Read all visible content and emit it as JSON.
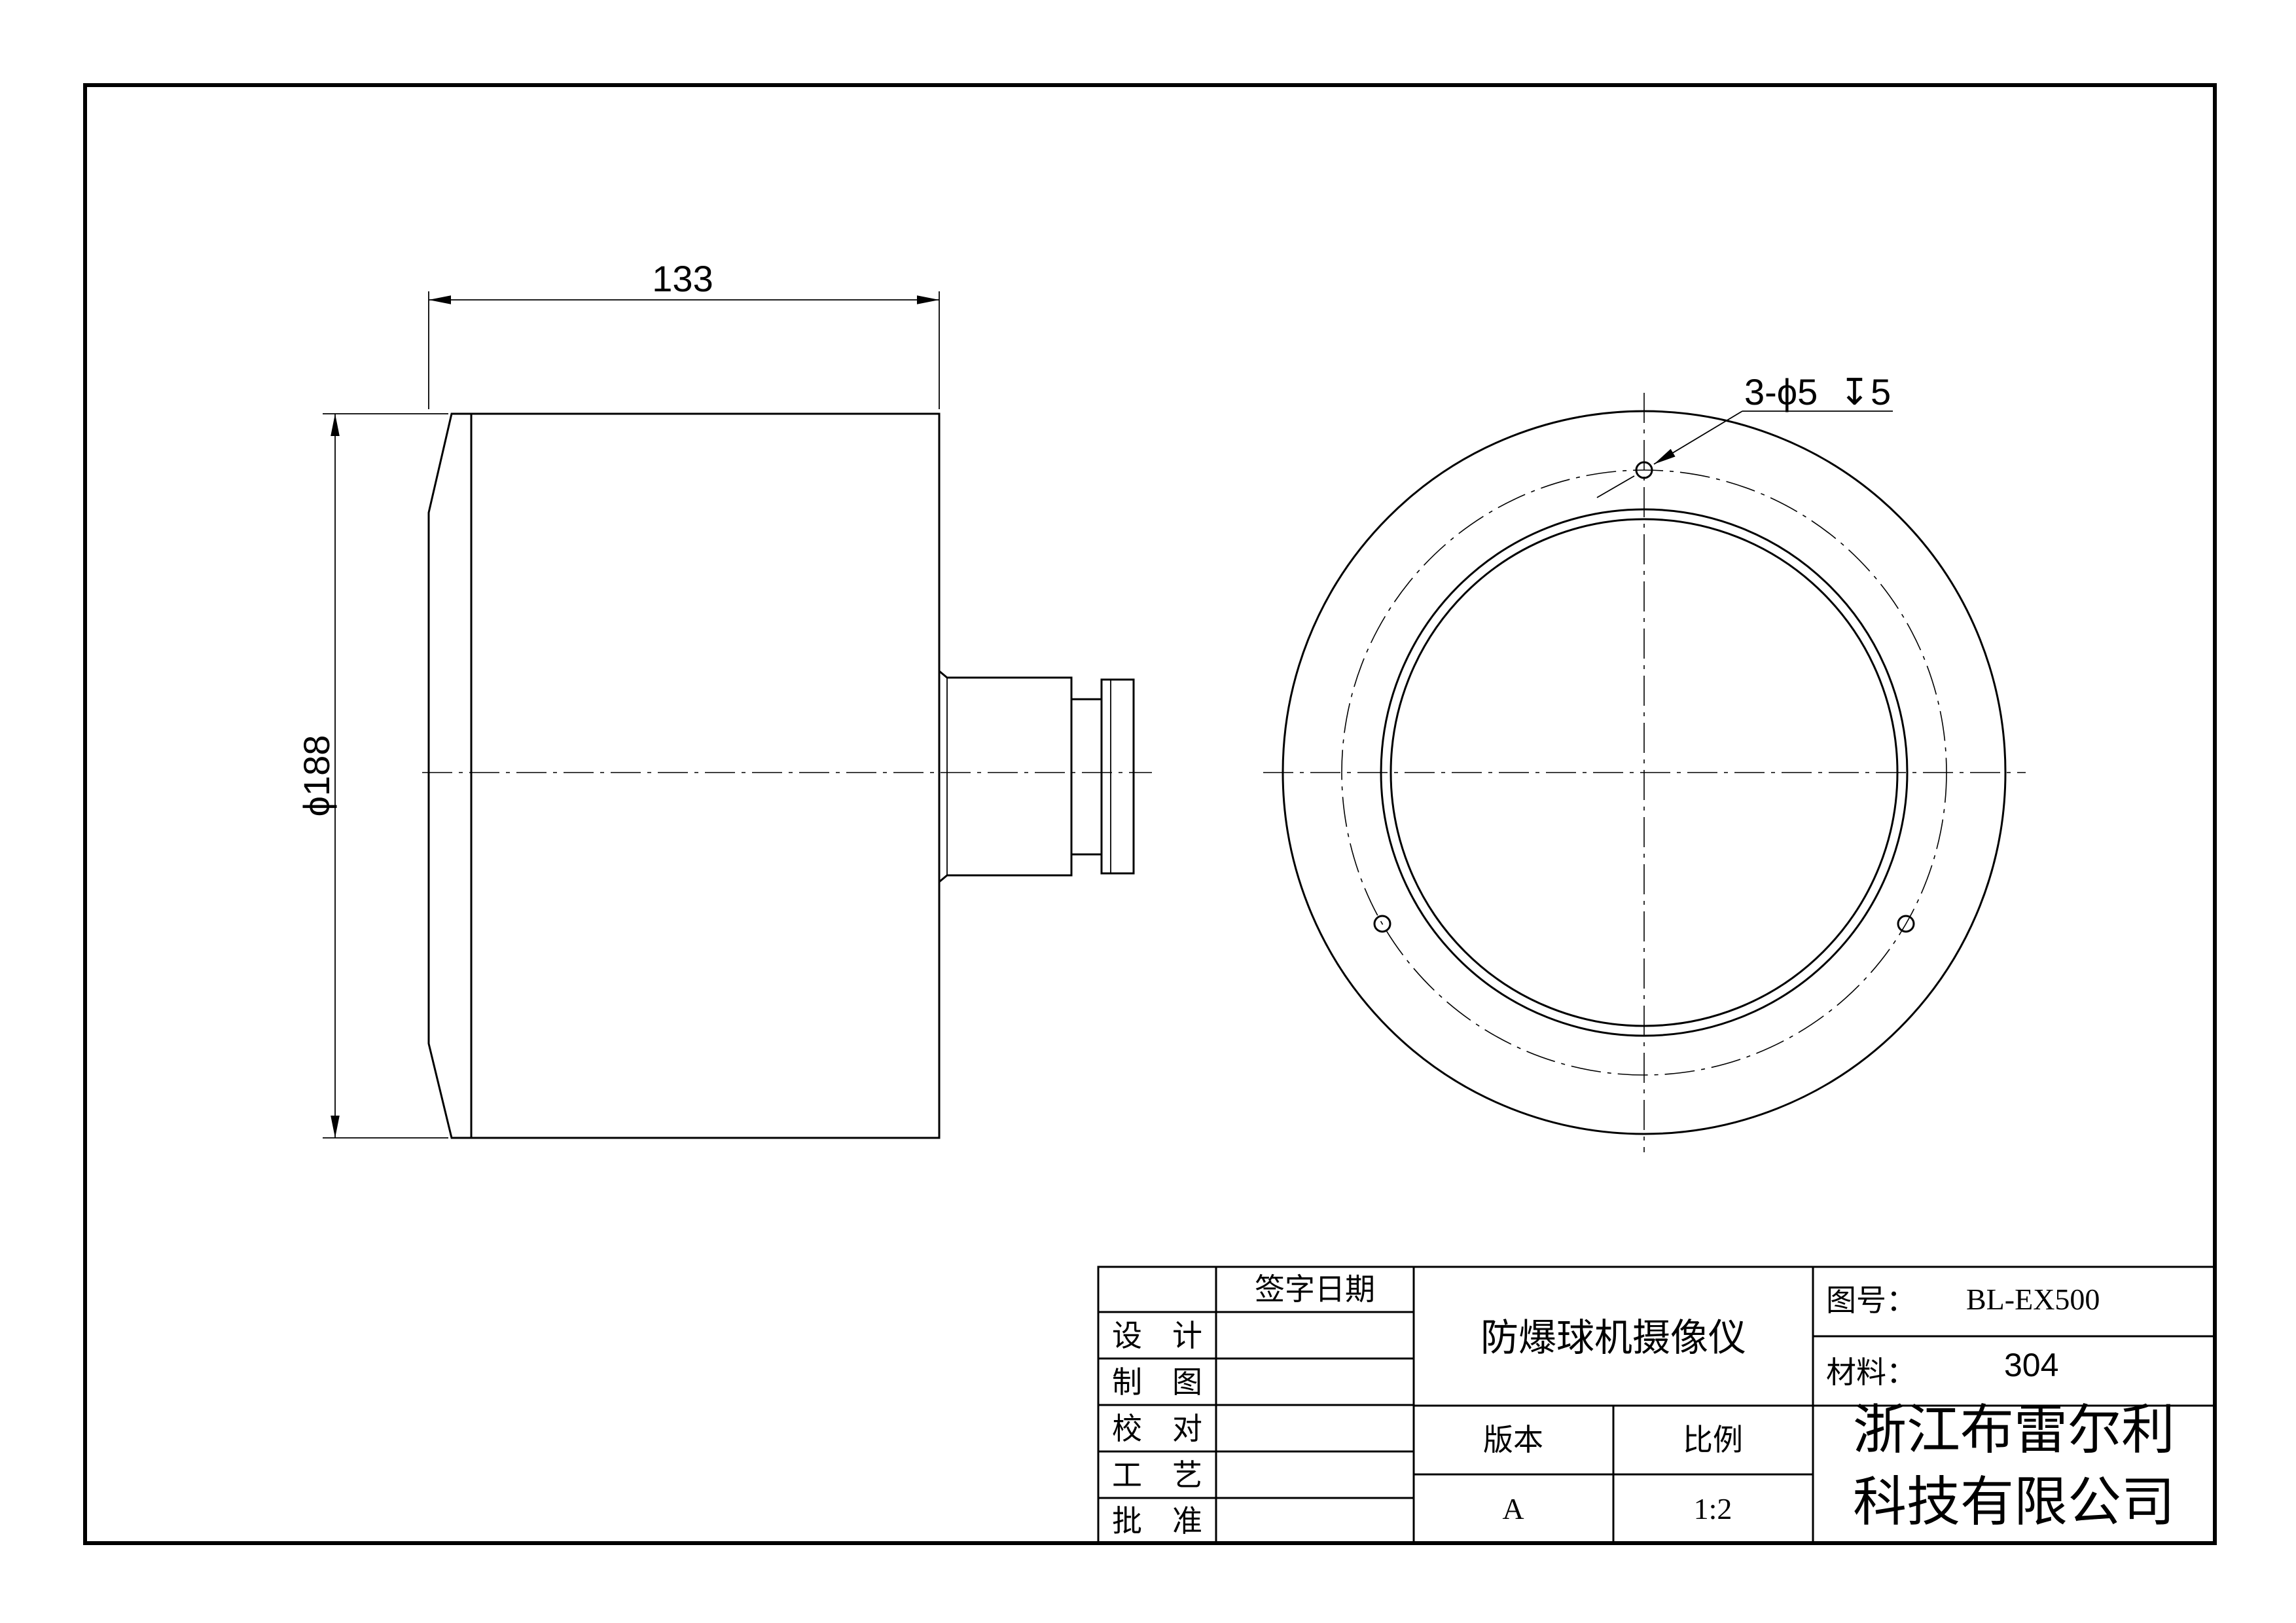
{
  "drawing": {
    "side_view": {
      "length_dimension": "133",
      "diameter_dimension": "ϕ188"
    },
    "front_view": {
      "hole_callout": "3-ϕ5",
      "hole_depth_symbol": "↧",
      "hole_depth": "5"
    }
  },
  "title_block": {
    "signature_date_header": "签字日期",
    "roles": [
      {
        "label": "设　计"
      },
      {
        "label": "制　图"
      },
      {
        "label": "校　对"
      },
      {
        "label": "工　艺"
      },
      {
        "label": "批　准"
      }
    ],
    "product_name": "防爆球机摄像仪",
    "drawing_number_label": "图号：",
    "drawing_number": "BL-EX500",
    "material_label": "材料：",
    "material": "304",
    "version_label": "版本",
    "version": "A",
    "scale_label": "比例",
    "scale": "1:2",
    "company_line1": "浙江布雷尔利",
    "company_line2": "科技有限公司"
  }
}
